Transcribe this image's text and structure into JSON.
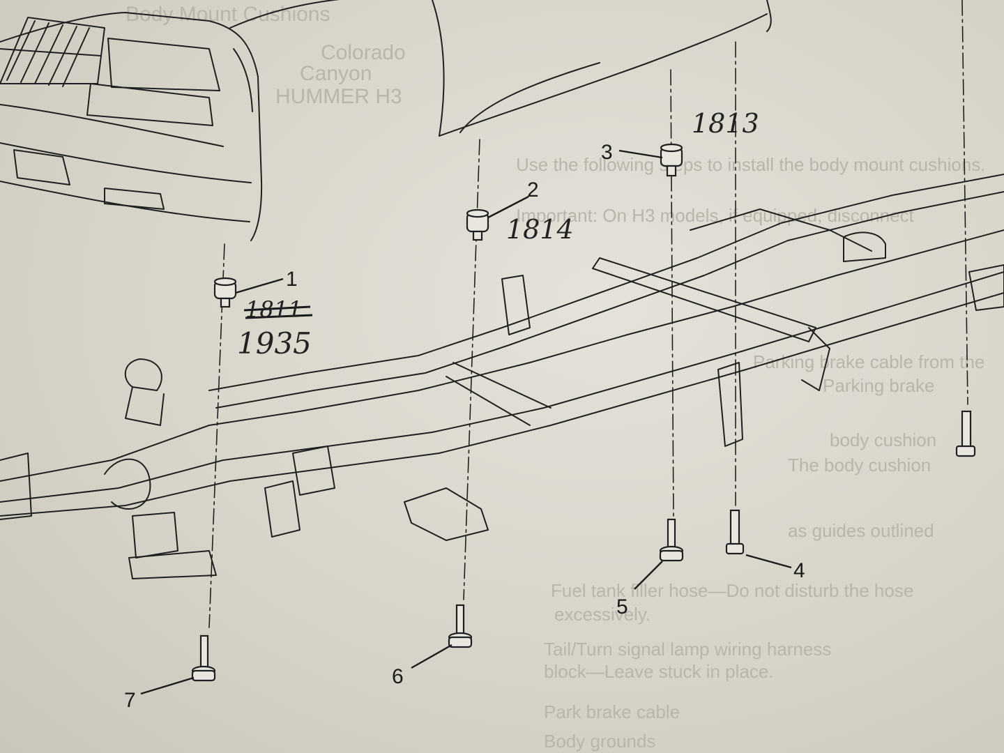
{
  "page": {
    "colors": {
      "paper": "#d9d6cc",
      "ink": "#1a1a1a",
      "faint_text": "#b8b5aa"
    },
    "background_text": {
      "header_line_1": "Body Mount Cushions",
      "header_line_2": "Colorado",
      "header_line_3": "Canyon",
      "header_line_4": "HUMMER H3",
      "para_1": "Use the following steps to install the body mount cushions.",
      "para_1b": "Important: On H3 models, if equipped, disconnect",
      "bullet_1": "Parking brake cable from the",
      "bullet_1b": "Parking brake",
      "bullet_2": "body cushion",
      "bullet_2b": "The body cushion",
      "bullet_3": "as guides outlined",
      "bullet_4": "Fuel tank filler hose—Do not disturb the hose",
      "bullet_4b": "excessively.",
      "bullet_5": "Tail/Turn signal lamp wiring harness",
      "bullet_5b": "block—Leave stuck in place.",
      "bullet_6": "Park brake cable",
      "bullet_7": "Body grounds"
    }
  },
  "callouts": {
    "c1": "1",
    "c2": "2",
    "c3": "3",
    "c4": "4",
    "c5": "5",
    "c6": "6",
    "c7": "7"
  },
  "handwritten": {
    "note_1_struck": "1811",
    "note_1": "1935",
    "note_2": "1814",
    "note_3": "1813"
  },
  "icons": {
    "cushion": "body-mount-cushion-icon",
    "bolt": "body-mount-bolt-icon"
  }
}
